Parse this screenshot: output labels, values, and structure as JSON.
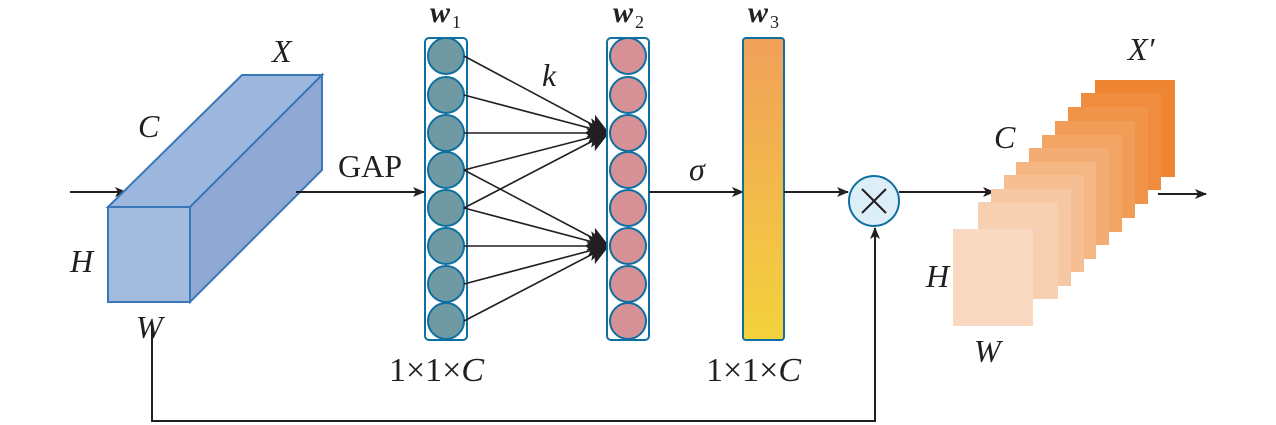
{
  "colors": {
    "line": "#231f20",
    "box_front": "#a3bbdf",
    "box_top": "#9cb6de",
    "box_side": "#8fa9d4",
    "box_edge": "#3a77b8",
    "teal_node": "#6f9aa3",
    "node_edge": "#0f6fa0",
    "pink_node": "#d69197",
    "grad_top": "#f0a05a",
    "grad_bottom": "#f4d23c",
    "multiply_fill": "#dceef8",
    "output_dark": "#ee8532",
    "output_light": "#f9d9c2"
  },
  "labels": {
    "input_x": "X",
    "input_c": "C",
    "input_h": "H",
    "input_w": "W",
    "gap": "GAP",
    "w1": "w",
    "w1_sub": "1",
    "w2": "w",
    "w2_sub": "2",
    "w3": "w",
    "w3_sub": "3",
    "k": "k",
    "sigma": "σ",
    "dim_a_prefix": "1×1×",
    "dim_a_var": "C",
    "dim_b_prefix": "1×1×",
    "dim_b_var": "C",
    "multiply": "×",
    "output_x": "X′",
    "output_c": "C",
    "output_h": "H",
    "output_w": "W"
  }
}
